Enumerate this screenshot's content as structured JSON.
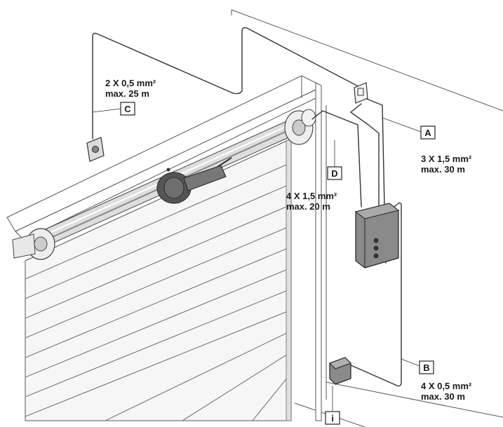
{
  "labels": {
    "a": {
      "letter": "A",
      "spec": "3 X 1,5 mm²",
      "dist": "max. 30 m"
    },
    "b": {
      "letter": "B",
      "spec": "4 X 0,5 mm²",
      "dist": "max. 30 m"
    },
    "c": {
      "letter": "C",
      "spec": "2 X 0,5 mm²",
      "dist": "max. 25 m"
    },
    "d": {
      "letter": "D",
      "spec": "4 X 1,5 mm²",
      "dist": "max. 20 m"
    }
  },
  "info_symbol": "i",
  "colors": {
    "line": "#333333",
    "device": "#8a8a8a",
    "motor": "#555555"
  },
  "icons": [
    "wall-switch-icon",
    "power-socket-icon",
    "control-unit-icon",
    "photocell-icon",
    "info-icon"
  ]
}
